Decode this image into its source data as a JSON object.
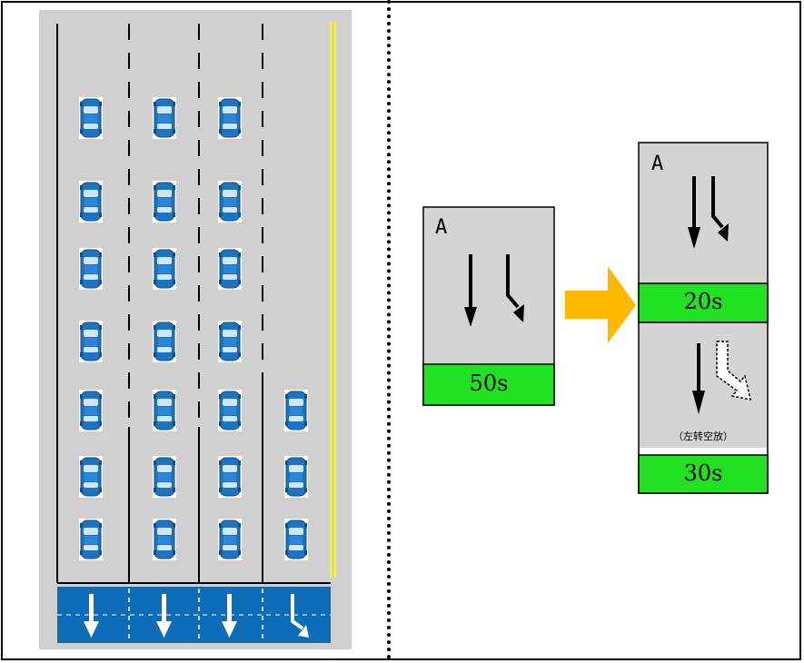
{
  "road": {
    "lane_arrows": [
      "straight",
      "straight",
      "straight",
      "left-turn"
    ],
    "colors": {
      "road": "#d0d0d0",
      "car_body": "#1e73be",
      "marking_band": "#0c6cb8",
      "center_line": "#ffff00"
    }
  },
  "phase_before": {
    "label": "A",
    "arrows": [
      "straight",
      "left-turn"
    ],
    "time": "50s",
    "time_color": "#22e022"
  },
  "transition_arrow_color": "#ffb800",
  "phase_after": {
    "upper": {
      "label": "A",
      "arrows": [
        "straight",
        "left-turn"
      ],
      "time": "20s"
    },
    "lower": {
      "arrows": [
        "straight",
        "left-turn-empty"
      ],
      "note": "（左转空放）",
      "time": "30s"
    }
  }
}
